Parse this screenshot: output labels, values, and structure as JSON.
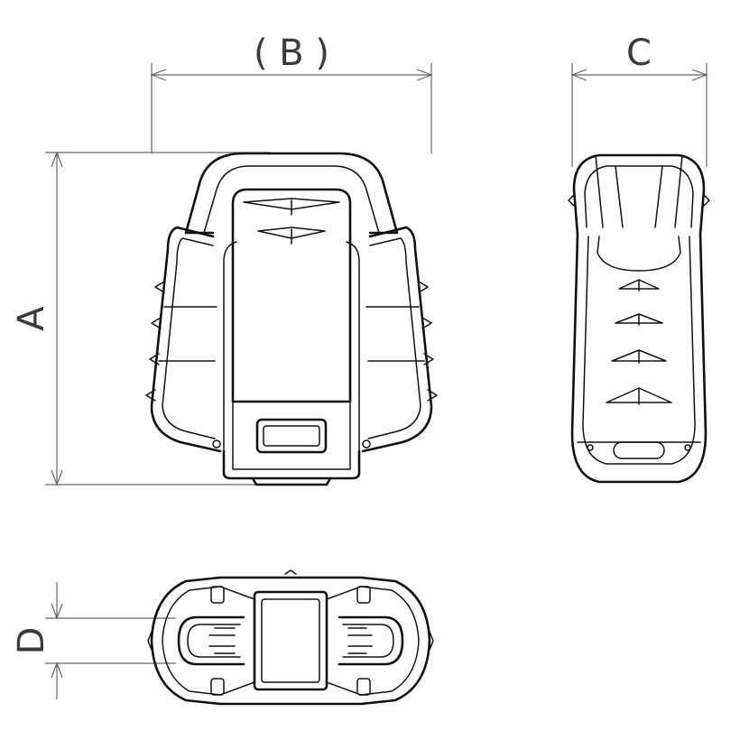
{
  "dimensions": {
    "a": "A",
    "b": "( B )",
    "c": "C",
    "d": "D"
  },
  "colors": {
    "outline": "#111111",
    "dimension_line": "#666666",
    "text": "#3a3a3a"
  }
}
